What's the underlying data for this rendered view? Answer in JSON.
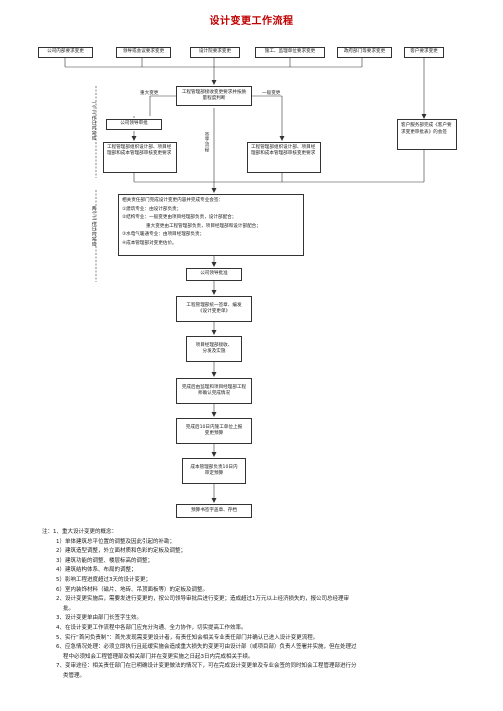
{
  "title": "设计变更工作流程",
  "sources": [
    "公司内部要求变更",
    "领导或会议要求变更",
    "设计院要求变更",
    "施工、监理单位要求变更",
    "政府部门等要求变更",
    "客户要求变更"
  ],
  "engineering_box": "工程管理部接收变更要求并按质量程度判断",
  "branch_major": "重大变更",
  "branch_general": "一般变更",
  "company_approval_1": "公司领导审批",
  "left_org": "工程管理部组织设计部、项目经理部和成本管理部审核变更要求",
  "right_org": "工程管理部组织设计部、项目经理部和成本管理部审核变更要求",
  "mid_vertical": "签字流程",
  "customer_box": "客户服务部完成《客户要求变更审批表》的会签",
  "side_label_1": "一个工作日内完成",
  "side_label_2": "两个工作日内完成",
  "relevant_box": [
    "相关责任部门完成设计变更内容并完成专业会签：",
    "①建筑专业：由设计部负责；",
    "②结构专业：一般变更由项目经理部负责，设计部配合；",
    "重大变更由工程管理部负责，项目经理部和设计部配合；",
    "③水电气暖通专业：由项目经理部负责；",
    "④成本管理部对变更估价。"
  ],
  "company_approval_2": "公司领导批准",
  "issue_box": "工程管理部统一签章、编发《设计变更单》",
  "project_receive": "项目经理部接收、分发及实施",
  "confirm_box": "完成后由监理和项目经理部工程师确认完成情况",
  "budget_box": "完成后10日内施工单位上报变更预算",
  "cost_review": "成本管理部负责10日内审定预算",
  "archive_box": "预算书签字盖章、存档",
  "notes": [
    "注：1、重大设计变更的概念：",
    "1）单体建筑总平位置的调整及因此引起的补勘；",
    "2）建筑造型调整，外立面材质和色彩的定板及调整；",
    "3）建筑功能的调整、楼层标高的调整；",
    "4）建筑结构体系、布局的调整；",
    "5）影响工程进度超过3天的设计变更；",
    "6）室内装饰材料（磁片、地砖、吊顶面板等）的定板及调整。",
    "2、设计变更实施后，需要发进行变更的，按公司领导审批后进行变更；造成超过1万元以上经济损失的，报公司总经理审",
    "批。",
    "3、设计变更单由部门长签字生效。",
    "4、在设计变更工作流程中各部门应充分沟通、全力协作，切实提高工作效率。",
    "5、实行“首问负责制”：首先发现需变更设计者，有责任知会相关专业责任部门并确认已进入设计变更流程。",
    "6、应急情况处理：必须立即执行且延缓实施会造成重大损失的变更可由设计部（或项目部）负责人签署并实施，但在处理过",
    "程中必须知会工程管理部及相关部门并在变更实施之日起3日内完成相关手续。",
    "7、变审途径：相关责任部门在已明确设计变更做法的情况下，可在完成设计变更单及专业会签的同时知会工程管理部进行分",
    "类管理。"
  ]
}
